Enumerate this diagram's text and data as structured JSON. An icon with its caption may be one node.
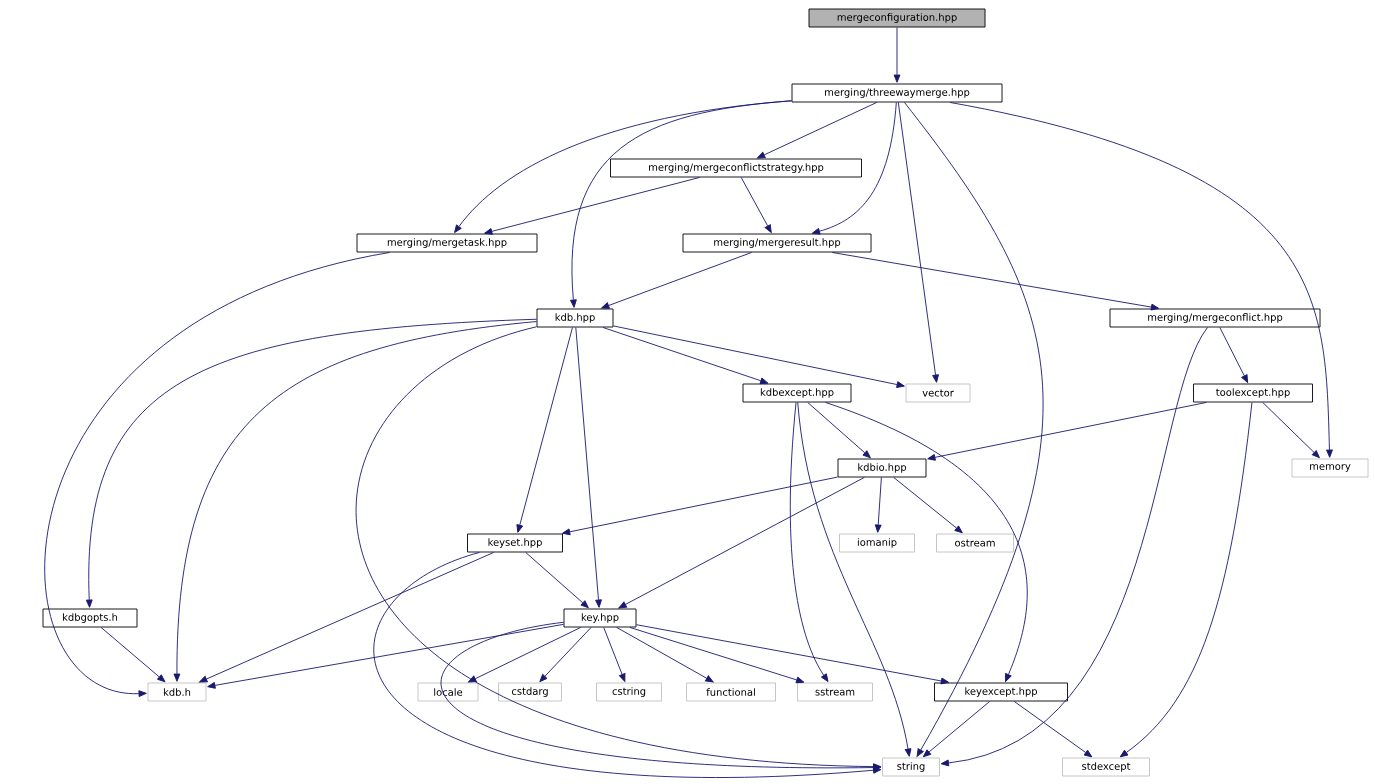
{
  "diagram": {
    "nodes": [
      {
        "text": [
          "mergeconfiguration.hpp"
        ]
      },
      {
        "text": [
          "merging/threewaymerge.hpp"
        ]
      },
      {
        "text": [
          "merging/mergeconflictstrategy.hpp"
        ]
      },
      {
        "text": [
          "merging/mergetask.hpp"
        ]
      },
      {
        "text": [
          "merging/mergeresult.hpp"
        ]
      },
      {
        "text": [
          "kdb.hpp"
        ]
      },
      {
        "text": [
          "merging/mergeconflict.hpp"
        ]
      },
      {
        "text": [
          "vector"
        ]
      },
      {
        "text": [
          "kdbexcept.hpp"
        ]
      },
      {
        "text": [
          "toolexcept.hpp"
        ]
      },
      {
        "text": [
          "kdbio.hpp"
        ]
      },
      {
        "text": [
          "memory"
        ]
      },
      {
        "text": [
          "keyset.hpp"
        ]
      },
      {
        "text": [
          "iomanip"
        ]
      },
      {
        "text": [
          "ostream"
        ]
      },
      {
        "text": [
          "kdbgopts.h"
        ]
      },
      {
        "text": [
          "key.hpp"
        ]
      },
      {
        "text": [
          "kdb.h"
        ]
      },
      {
        "text": [
          "locale"
        ]
      },
      {
        "text": [
          "cstdarg"
        ]
      },
      {
        "text": [
          "cstring"
        ]
      },
      {
        "text": [
          "functional"
        ]
      },
      {
        "text": [
          "sstream"
        ]
      },
      {
        "text": [
          "keyexcept.hpp"
        ]
      },
      {
        "text": [
          "string"
        ]
      },
      {
        "text": [
          "stdexcept"
        ]
      }
    ],
    "edges": [
      {
        "from": 0,
        "to": 1,
        "arrow": "to"
      },
      {
        "from": 1,
        "to": 2,
        "arrow": "to"
      },
      {
        "from": 1,
        "to": 3,
        "arrow": "to"
      },
      {
        "from": 1,
        "to": 4,
        "arrow": "to"
      },
      {
        "from": 1,
        "to": 5,
        "arrow": "to"
      },
      {
        "from": 1,
        "to": 7,
        "arrow": "to"
      },
      {
        "from": 1,
        "to": 24,
        "arrow": "to"
      },
      {
        "from": 1,
        "to": 11,
        "arrow": "to"
      },
      {
        "from": 2,
        "to": 3,
        "arrow": "to"
      },
      {
        "from": 2,
        "to": 4,
        "arrow": "to"
      },
      {
        "from": 3,
        "to": 17,
        "arrow": "to"
      },
      {
        "from": 4,
        "to": 5,
        "arrow": "to"
      },
      {
        "from": 4,
        "to": 6,
        "arrow": "to"
      },
      {
        "from": 5,
        "to": 15,
        "arrow": "to"
      },
      {
        "from": 5,
        "to": 17,
        "arrow": "to"
      },
      {
        "from": 5,
        "to": 24,
        "arrow": "to"
      },
      {
        "from": 5,
        "to": 12,
        "arrow": "to"
      },
      {
        "from": 5,
        "to": 16,
        "arrow": "to"
      },
      {
        "from": 5,
        "to": 8,
        "arrow": "to"
      },
      {
        "from": 5,
        "to": 7,
        "arrow": "to"
      },
      {
        "from": 6,
        "to": 24,
        "arrow": "to"
      },
      {
        "from": 6,
        "to": 9,
        "arrow": "to"
      },
      {
        "from": 9,
        "to": 10,
        "arrow": "to"
      },
      {
        "from": 9,
        "to": 25,
        "arrow": "to"
      },
      {
        "from": 9,
        "to": 11,
        "arrow": "to"
      },
      {
        "from": 8,
        "to": 10,
        "arrow": "to"
      },
      {
        "from": 8,
        "to": 22,
        "arrow": "to"
      },
      {
        "from": 8,
        "to": 24,
        "arrow": "to"
      },
      {
        "from": 8,
        "to": 23,
        "arrow": "to"
      },
      {
        "from": 10,
        "to": 12,
        "arrow": "to"
      },
      {
        "from": 10,
        "to": 16,
        "arrow": "to"
      },
      {
        "from": 10,
        "to": 13,
        "arrow": "to"
      },
      {
        "from": 10,
        "to": 14,
        "arrow": "to"
      },
      {
        "from": 12,
        "to": 17,
        "arrow": "to"
      },
      {
        "from": 12,
        "to": 24,
        "arrow": "to"
      },
      {
        "from": 12,
        "to": 16,
        "arrow": "to"
      },
      {
        "from": 15,
        "to": 17,
        "arrow": "to"
      },
      {
        "from": 16,
        "to": 17,
        "arrow": "to"
      },
      {
        "from": 16,
        "to": 24,
        "arrow": "to"
      },
      {
        "from": 16,
        "to": 18,
        "arrow": "to"
      },
      {
        "from": 16,
        "to": 19,
        "arrow": "to"
      },
      {
        "from": 16,
        "to": 20,
        "arrow": "to"
      },
      {
        "from": 16,
        "to": 21,
        "arrow": "to"
      },
      {
        "from": 16,
        "to": 22,
        "arrow": "to"
      },
      {
        "from": 16,
        "to": 23,
        "arrow": "to"
      },
      {
        "from": 23,
        "to": 24,
        "arrow": "to"
      },
      {
        "from": 23,
        "to": 25,
        "arrow": "to"
      }
    ]
  }
}
